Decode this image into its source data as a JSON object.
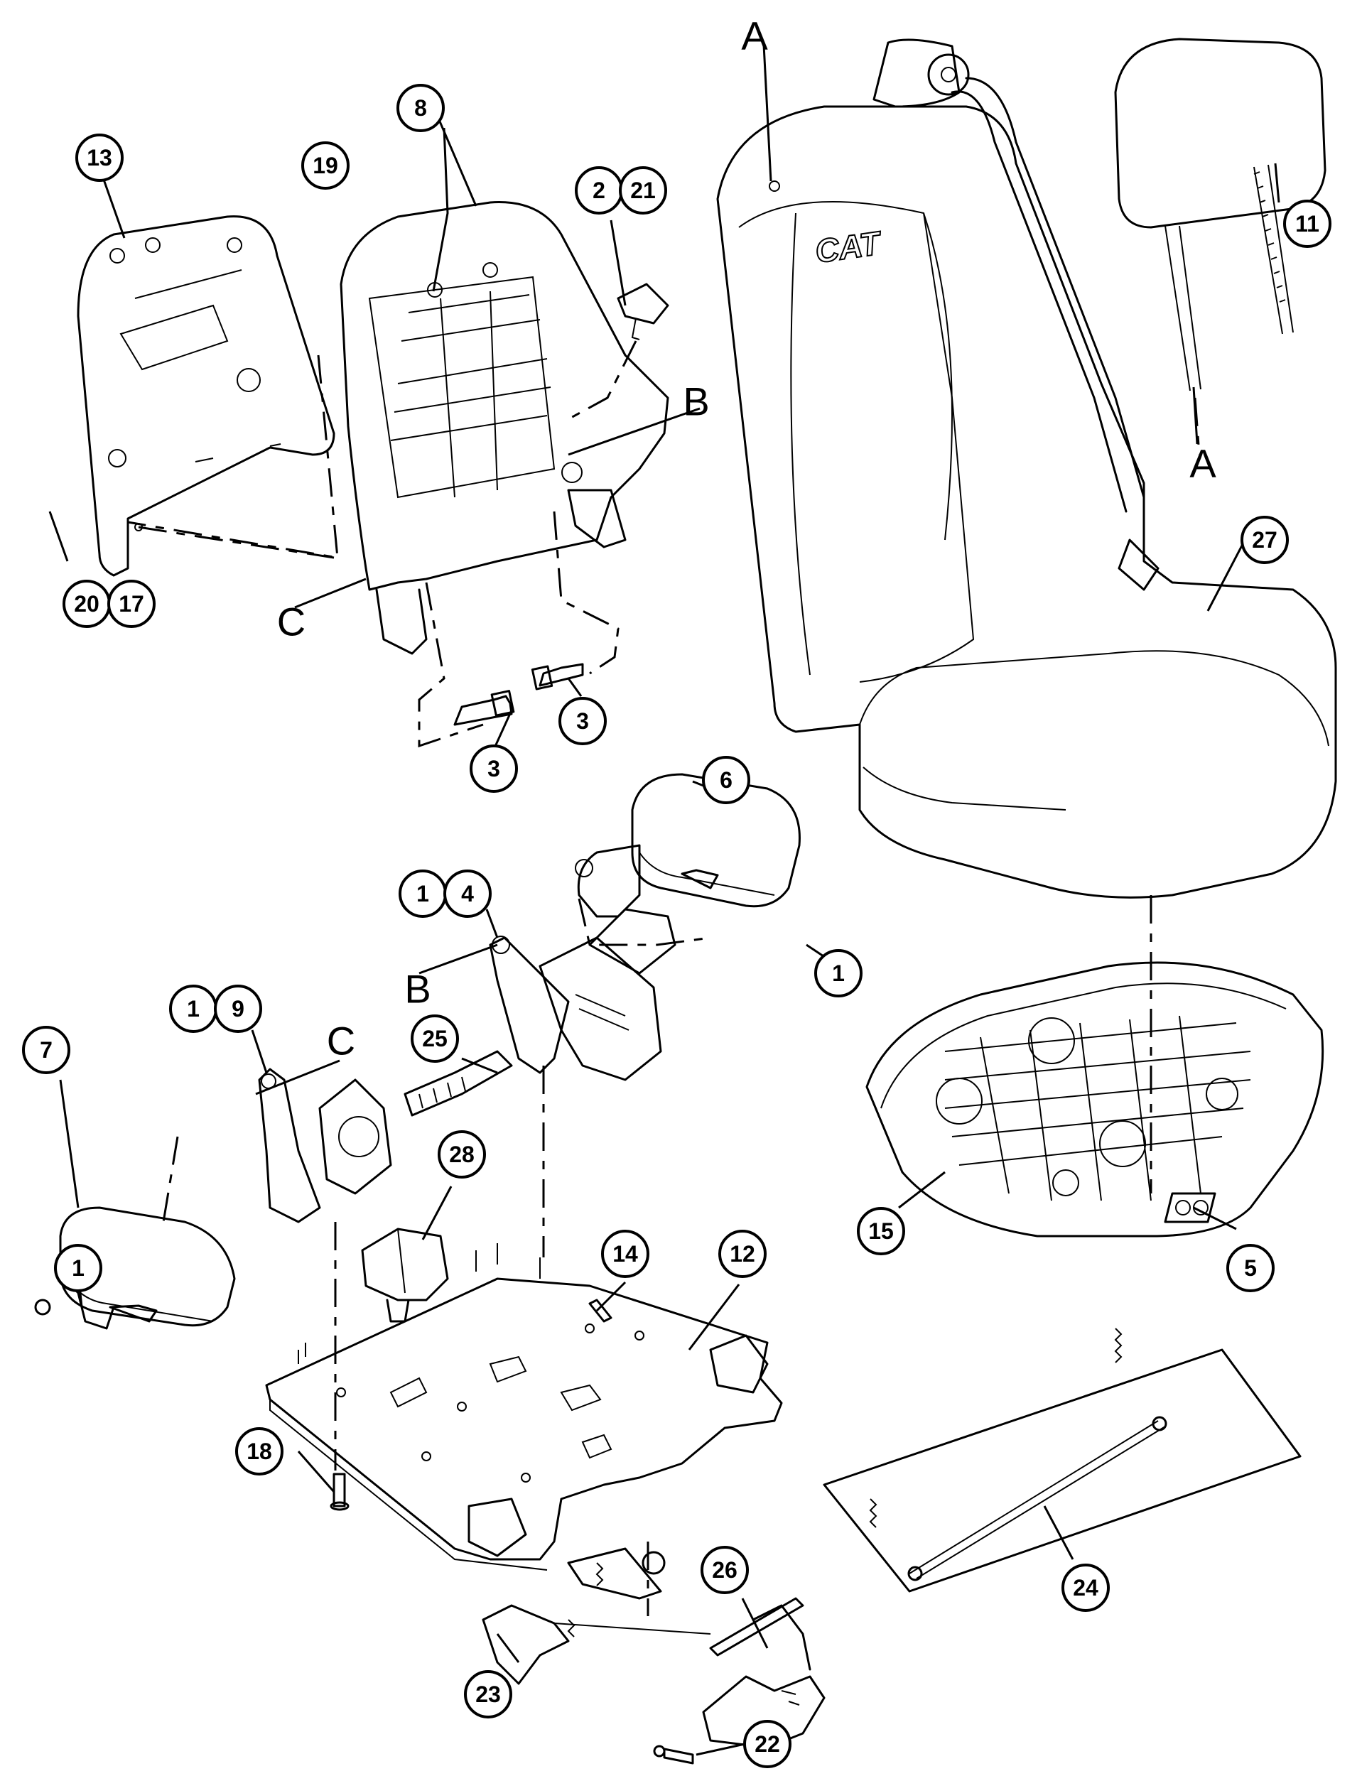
{
  "diagram": {
    "logo_text": "CAT",
    "callouts": [
      "13",
      "8",
      "19",
      "2",
      "21",
      "20",
      "17",
      "3",
      "3",
      "11",
      "27",
      "6",
      "1",
      "4",
      "1",
      "1",
      "9",
      "7",
      "25",
      "28",
      "14",
      "12",
      "15",
      "5",
      "1",
      "18",
      "24",
      "26",
      "23",
      "22"
    ],
    "letters": [
      "A",
      "A",
      "B",
      "B",
      "C",
      "C"
    ]
  },
  "colors": {
    "ink": "#000000",
    "paper": "#ffffff"
  }
}
